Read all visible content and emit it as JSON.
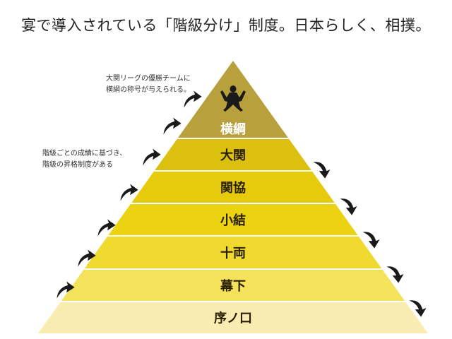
{
  "headline": "宴で導入されている「階級分け」制度。日本らしく、相撲。",
  "annotations": {
    "top": [
      "大関リーグの優勝チームに",
      "横綱の称号が与えられる。"
    ],
    "middle": [
      "階級ごとの成績に基づき、",
      "階級の昇格制度がある"
    ]
  },
  "pyramid": {
    "ranks": [
      {
        "label": "横綱",
        "color": "#b8a03c"
      },
      {
        "label": "大関",
        "color": "#dcc010"
      },
      {
        "label": "関協",
        "color": "#e6cb0c"
      },
      {
        "label": "小結",
        "color": "#ecd312"
      },
      {
        "label": "十両",
        "color": "#f0da30"
      },
      {
        "label": "幕下",
        "color": "#f3e25a"
      },
      {
        "label": "序ノ口",
        "color": "#f8ecb0"
      }
    ],
    "apex_color": "#c2a325",
    "band_separator_color": "#ffffff"
  },
  "arrows": {
    "up_count": 7,
    "down_count": 5,
    "color": "#1a1a1a"
  },
  "icons": {
    "sumo": "sumo-wrestler-icon",
    "up": "curved-up-arrow-icon",
    "down": "curved-down-arrow-icon"
  }
}
